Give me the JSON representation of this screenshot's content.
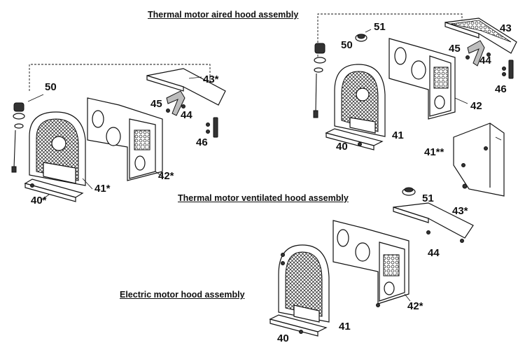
{
  "titles": {
    "aired": "Thermal motor aired hood assembly",
    "ventilated": "Thermal motor ventilated hood assembly",
    "electric": "Electric motor hood assembly"
  },
  "labels": {
    "left": {
      "p50": "50",
      "p43": "43*",
      "p45": "45",
      "p44": "44",
      "p46": "46",
      "p42": "42*",
      "p41": "41*",
      "p40": "40*"
    },
    "aired": {
      "p51": "51",
      "p43": "43",
      "p50": "50",
      "p45": "45",
      "p44": "44",
      "p46": "46",
      "p42": "42",
      "p41": "41",
      "p40": "40",
      "p41b": "41**"
    },
    "ventilated": {
      "p51": "51",
      "p43": "43*",
      "p44": "44",
      "p42": "42*",
      "p41": "41",
      "p40": "40"
    }
  }
}
